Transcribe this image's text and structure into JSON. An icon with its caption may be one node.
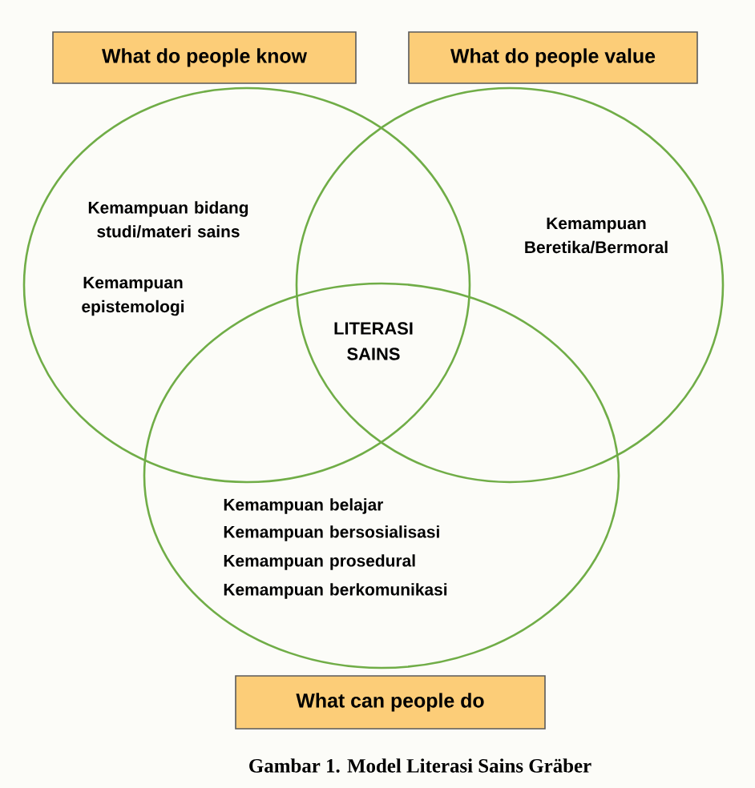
{
  "diagram": {
    "caption": "Gambar 1. Model Literasi Sains Gräber",
    "nodes": [
      {
        "text": [
          "What do people know"
        ]
      },
      {
        "text": [
          "What do people value"
        ]
      },
      {
        "text": [
          "Kemampuan bidang studi/materi sains",
          "Kemampuan epistemologi"
        ]
      },
      {
        "text": [
          "Kemampuan Beretika/Bermoral"
        ]
      },
      {
        "text": [
          "Kemampuan belajar",
          "Kemampuan bersosialisasi",
          "Kemampuan prosedural",
          "Kemampuan berkomunikasi"
        ]
      },
      {
        "text": [
          "What can people do"
        ]
      }
    ],
    "edges": [],
    "labels": [
      "LITERASI SAINS"
    ]
  }
}
